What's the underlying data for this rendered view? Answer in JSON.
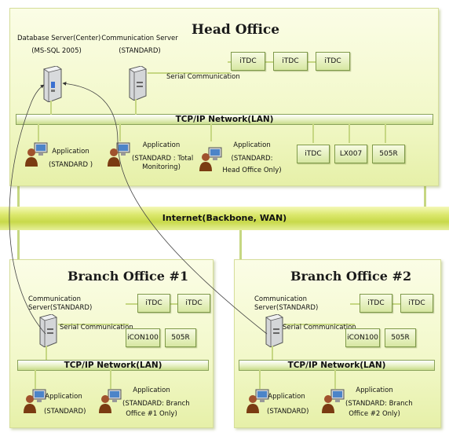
{
  "head_office": {
    "title": "Head Office",
    "db_server": {
      "line1": "Database Server(Center)",
      "line2": "(MS-SQL 2005)"
    },
    "comm_server": {
      "line1": "Communication Server",
      "line2": "(STANDARD)"
    },
    "serial_label": "Serial Communication",
    "serial_devices": [
      "iTDC",
      "iTDC",
      "iTDC"
    ],
    "lan_label": "TCP/IP Network(LAN)",
    "apps": [
      {
        "line1": "Application",
        "line2": "(STANDARD )",
        "line3": ""
      },
      {
        "line1": "Application",
        "line2": "(STANDARD : Total",
        "line3": "Monitoring)"
      },
      {
        "line1": "Application",
        "line2": "(STANDARD:",
        "line3": "Head Office Only)"
      }
    ],
    "lan_devices": [
      "iTDC",
      "LX007",
      "505R"
    ]
  },
  "wan_label": "Internet(Backbone, WAN)",
  "branch1": {
    "title": "Branch Office #1",
    "comm_server": {
      "line1": "Communication",
      "line2": "Server(STANDARD)"
    },
    "serial_label": "Serial Communication",
    "devices_top": [
      "iTDC",
      "iTDC"
    ],
    "devices_bottom": [
      "iCON100",
      "505R"
    ],
    "lan_label": "TCP/IP Network(LAN)",
    "apps": [
      {
        "line1": "Application",
        "line2": "(STANDARD)",
        "line3": ""
      },
      {
        "line1": "Application",
        "line2": "(STANDARD:  Branch",
        "line3": "Office #1 Only)"
      }
    ]
  },
  "branch2": {
    "title": "Branch Office #2",
    "comm_server": {
      "line1": "Communication",
      "line2": "Server(STANDARD)"
    },
    "serial_label": "Serial Communication",
    "devices_top": [
      "iTDC",
      "iTDC"
    ],
    "devices_bottom": [
      "iCON100",
      "505R"
    ],
    "lan_label": "TCP/IP Network(LAN)",
    "apps": [
      {
        "line1": "Application",
        "line2": "(STANDARD)",
        "line3": ""
      },
      {
        "line1": "Application",
        "line2": "(STANDARD:  Branch",
        "line3": "Office #2 Only)"
      }
    ]
  },
  "colors": {
    "panel": "#f2f8c9",
    "lan": "#c9dc8a",
    "wan": "#c8d94a",
    "connector": "#c6d782"
  }
}
